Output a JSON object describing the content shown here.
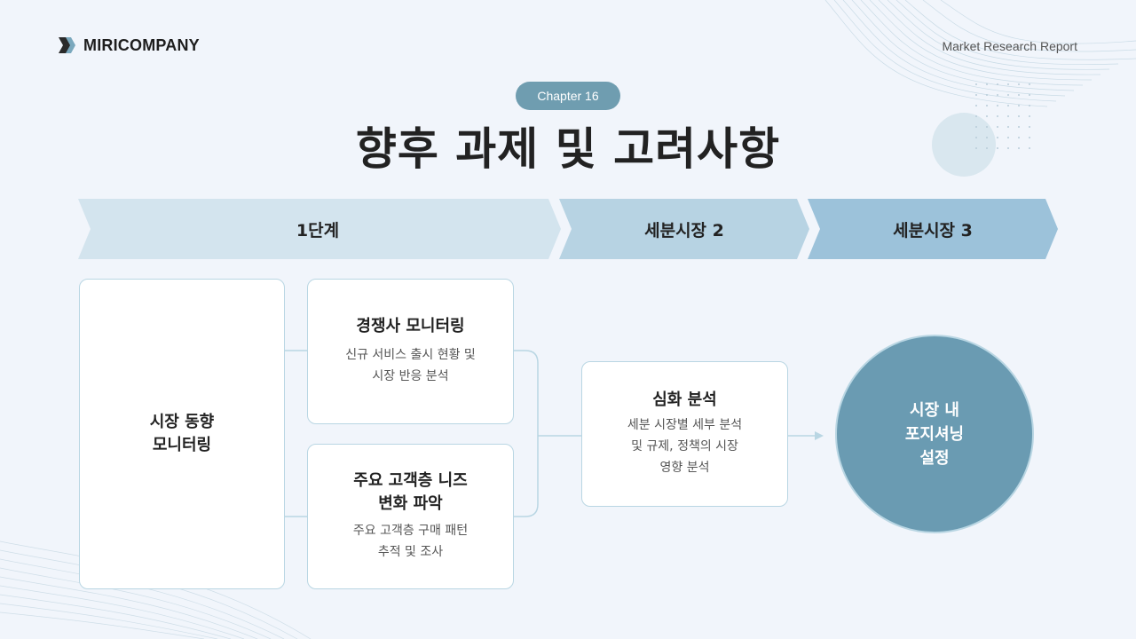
{
  "brand": {
    "name": "MIRICOMPANY"
  },
  "header": {
    "report_label": "Market Research Report"
  },
  "chapter_label": "Chapter 16",
  "title": "향후 과제 및 고려사항",
  "stages": [
    {
      "label": "1단계",
      "color": "#d3e4ee"
    },
    {
      "label": "세분시장 2",
      "color": "#b7d3e3"
    },
    {
      "label": "세분시장 3",
      "color": "#9cc2da"
    }
  ],
  "boxes": {
    "market_trend": {
      "title": "시장 동향\n모니터링"
    },
    "competitor": {
      "title": "경쟁사 모니터링",
      "desc": "신규 서비스 출시 현황 및\n시장 반응 분석"
    },
    "customer_needs": {
      "title": "주요 고객층 니즈\n변화 파악",
      "desc": "주요 고객층 구매 패턴\n추적 및 조사"
    },
    "deep_analysis": {
      "title": "심화 분석",
      "desc": "세분 시장별 세부 분석\n및 규제, 정책의 시장\n영향 분석"
    },
    "positioning": {
      "title": "시장 내\n포지셔닝\n설정"
    }
  },
  "colors": {
    "accent": "#6a9bb2",
    "border": "#b9d6e3",
    "background": "#f1f5fb"
  }
}
